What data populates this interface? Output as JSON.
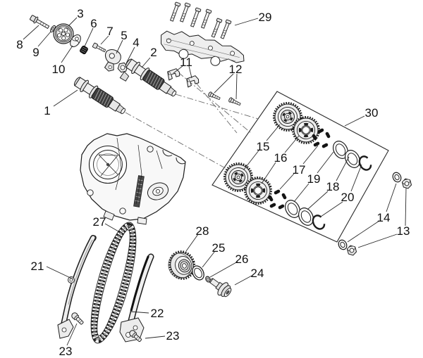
{
  "figure": {
    "kind": "exploded-parts-diagram",
    "visible_text_style": "numeric callouts only"
  },
  "colors": {
    "background": "#ffffff",
    "line": "#1c1c1c",
    "fill_light": "#efefef",
    "fill_dark": "#3d3d3d",
    "label": "#111111"
  },
  "callouts": {
    "c1": "1",
    "c2": "2",
    "c3": "3",
    "c4": "4",
    "c5": "5",
    "c6": "6",
    "c7": "7",
    "c8": "8",
    "c9": "9",
    "c10": "10",
    "c11": "11",
    "c12": "12",
    "c13": "13",
    "c14": "14",
    "c15": "15",
    "c16": "16",
    "c17": "17",
    "c18": "18",
    "c19": "19",
    "c20": "20",
    "c21": "21",
    "c22": "22",
    "c23a": "23",
    "c23b": "23",
    "c24": "24",
    "c25": "25",
    "c26": "26",
    "c27": "27",
    "c28": "28",
    "c29": "29",
    "c30": "30"
  }
}
